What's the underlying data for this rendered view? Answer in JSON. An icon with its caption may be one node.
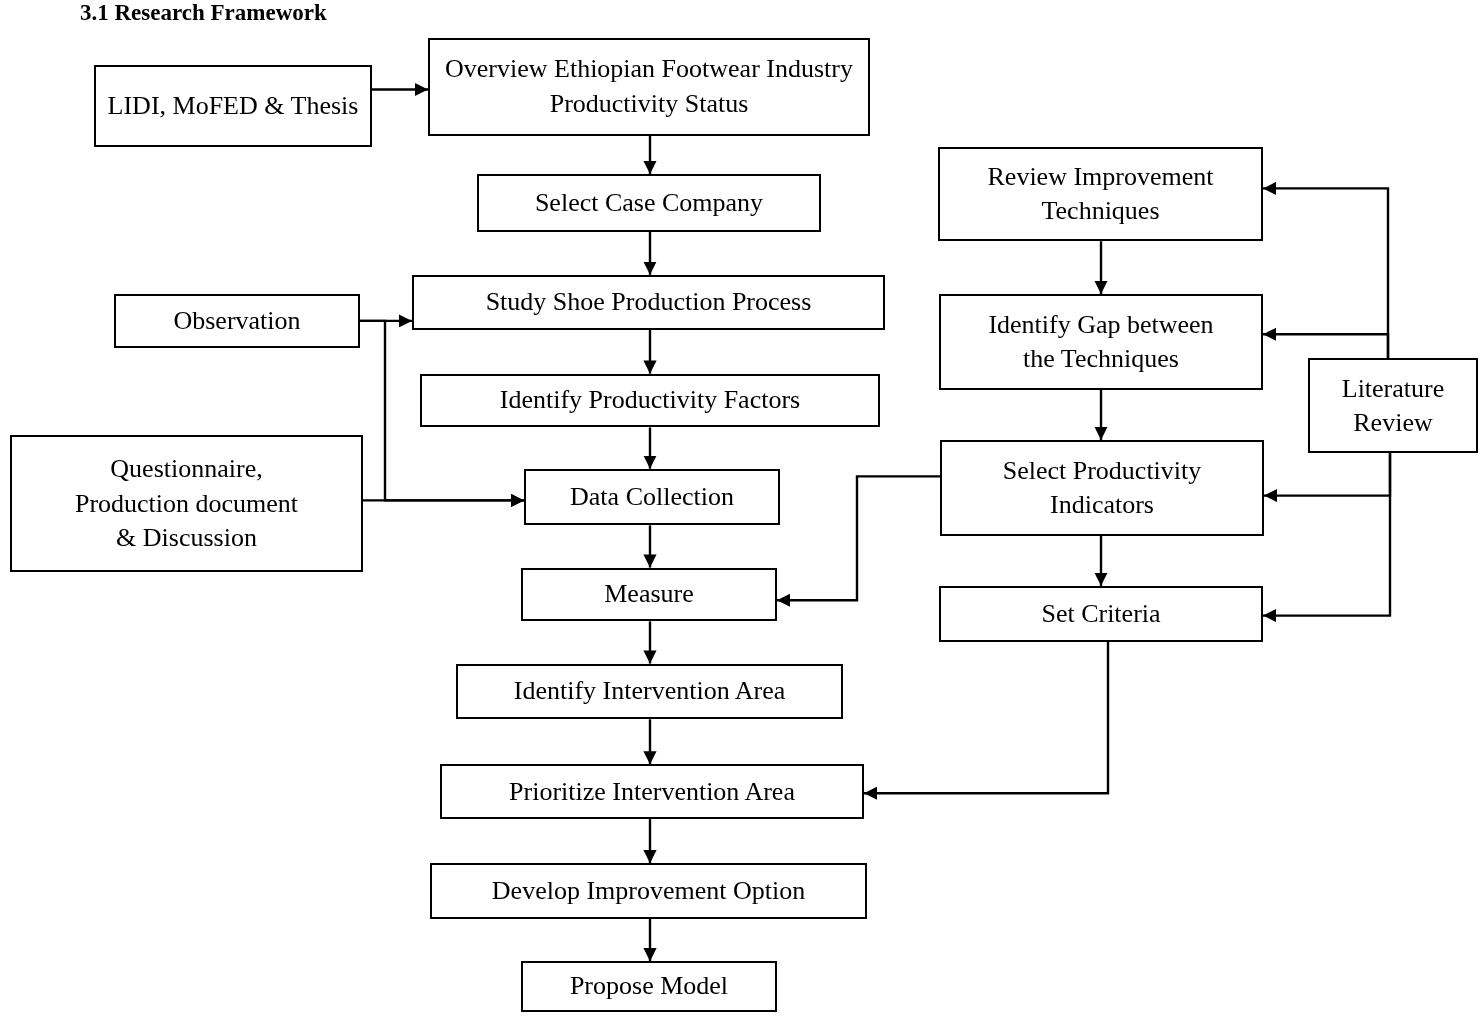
{
  "diagram": {
    "title": "3.1 Research Framework",
    "nodes": [
      {
        "text": [
          "LIDI, MoFED & Thesis"
        ]
      },
      {
        "text": [
          "Overview Ethiopian Footwear Industry Productivity Status"
        ]
      },
      {
        "text": [
          "Select Case Company"
        ]
      },
      {
        "text": [
          "Observation"
        ]
      },
      {
        "text": [
          "Study Shoe Production Process"
        ]
      },
      {
        "text": [
          "Identify Productivity Factors"
        ]
      },
      {
        "text": [
          "Questionnaire, Production document & Discussion"
        ]
      },
      {
        "text": [
          "Data Collection"
        ]
      },
      {
        "text": [
          "Measure"
        ]
      },
      {
        "text": [
          "Identify Intervention Area"
        ]
      },
      {
        "text": [
          "Prioritize Intervention Area"
        ]
      },
      {
        "text": [
          "Develop Improvement Option"
        ]
      },
      {
        "text": [
          "Propose Model"
        ]
      },
      {
        "text": [
          "Review Improvement Techniques"
        ]
      },
      {
        "text": [
          "Identify Gap between the Techniques"
        ]
      },
      {
        "text": [
          "Literature Review"
        ]
      },
      {
        "text": [
          "Select Productivity Indicators"
        ]
      },
      {
        "text": [
          "Set Criteria"
        ]
      }
    ],
    "edges": [
      {
        "from": 0,
        "to": 1,
        "arrow": "to"
      },
      {
        "from": 1,
        "to": 2,
        "arrow": "to"
      },
      {
        "from": 2,
        "to": 4,
        "arrow": "to"
      },
      {
        "from": 3,
        "to": 4,
        "arrow": "to"
      },
      {
        "from": 3,
        "to": 7,
        "arrow": "to"
      },
      {
        "from": 6,
        "to": 7,
        "arrow": "to"
      },
      {
        "from": 4,
        "to": 5,
        "arrow": "to"
      },
      {
        "from": 5,
        "to": 7,
        "arrow": "to"
      },
      {
        "from": 7,
        "to": 8,
        "arrow": "to"
      },
      {
        "from": 8,
        "to": 9,
        "arrow": "to"
      },
      {
        "from": 9,
        "to": 10,
        "arrow": "to"
      },
      {
        "from": 10,
        "to": 11,
        "arrow": "to"
      },
      {
        "from": 11,
        "to": 12,
        "arrow": "to"
      },
      {
        "from": 13,
        "to": 14,
        "arrow": "to"
      },
      {
        "from": 14,
        "to": 16,
        "arrow": "to"
      },
      {
        "from": 16,
        "to": 17,
        "arrow": "to"
      },
      {
        "from": 15,
        "to": 13,
        "arrow": "to"
      },
      {
        "from": 15,
        "to": 14,
        "arrow": "to"
      },
      {
        "from": 15,
        "to": 16,
        "arrow": "to"
      },
      {
        "from": 15,
        "to": 17,
        "arrow": "to"
      },
      {
        "from": 16,
        "to": 8,
        "arrow": "to"
      },
      {
        "from": 17,
        "to": 10,
        "arrow": "to"
      }
    ]
  }
}
